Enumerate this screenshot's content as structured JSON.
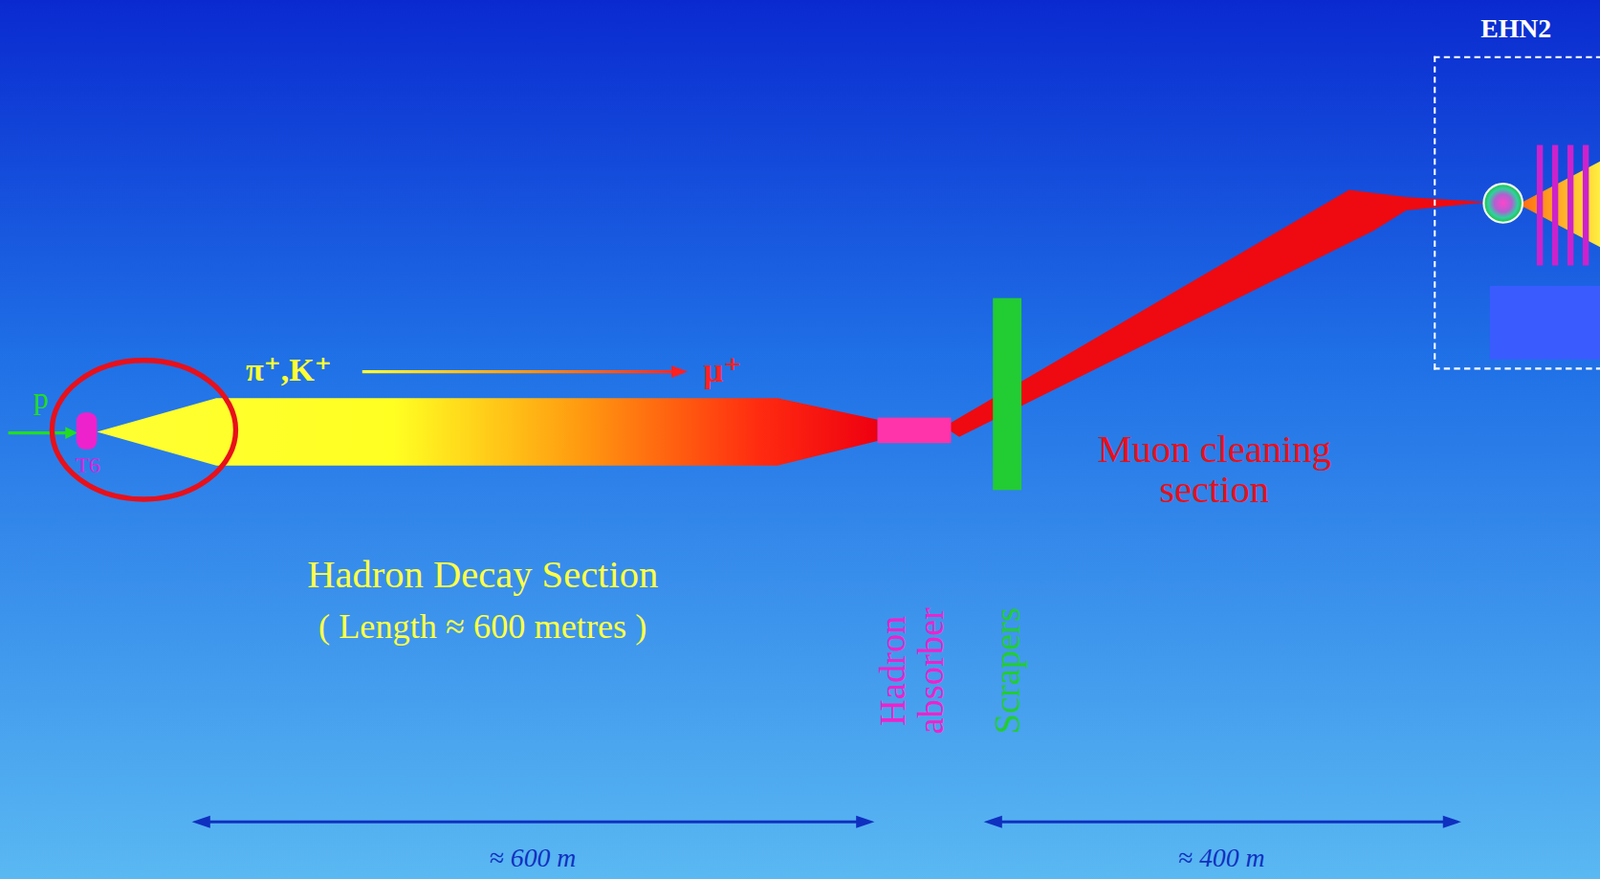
{
  "diagram": {
    "nodes": [
      {
        "text": [
          "EHN2"
        ]
      }
    ],
    "labels": [
      "p",
      "T6",
      "π⁺,K⁺",
      "μ⁺",
      "Hadron Decay Section",
      "( Length ≈ 600 metres )",
      "Hadron absorber",
      "Scrapers",
      "Muon cleaning section",
      "≈ 600 m",
      "≈ 400 m"
    ]
  }
}
